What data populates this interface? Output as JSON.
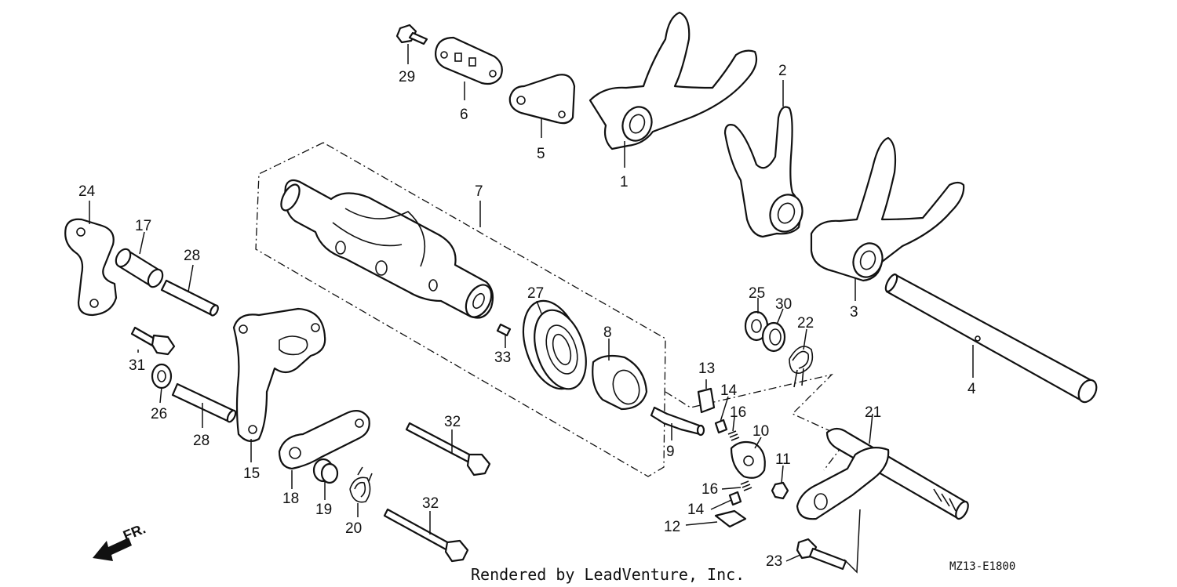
{
  "callouts": {
    "c1": "1",
    "c2": "2",
    "c3": "3",
    "c4": "4",
    "c5": "5",
    "c6": "6",
    "c7": "7",
    "c8": "8",
    "c9": "9",
    "c10": "10",
    "c11": "11",
    "c12": "12",
    "c13": "13",
    "c14a": "14",
    "c14b": "14",
    "c15": "15",
    "c16a": "16",
    "c16b": "16",
    "c17": "17",
    "c18": "18",
    "c19": "19",
    "c20": "20",
    "c21": "21",
    "c22": "22",
    "c23": "23",
    "c24": "24",
    "c25": "25",
    "c26": "26",
    "c27": "27",
    "c28a": "28",
    "c28b": "28",
    "c29": "29",
    "c30": "30",
    "c31": "31",
    "c32a": "32",
    "c32b": "32",
    "c33": "33"
  },
  "orientation_label": "FR.",
  "credit": "Rendered by LeadVenture, Inc.",
  "diagram_code": "MZ13-E1800"
}
